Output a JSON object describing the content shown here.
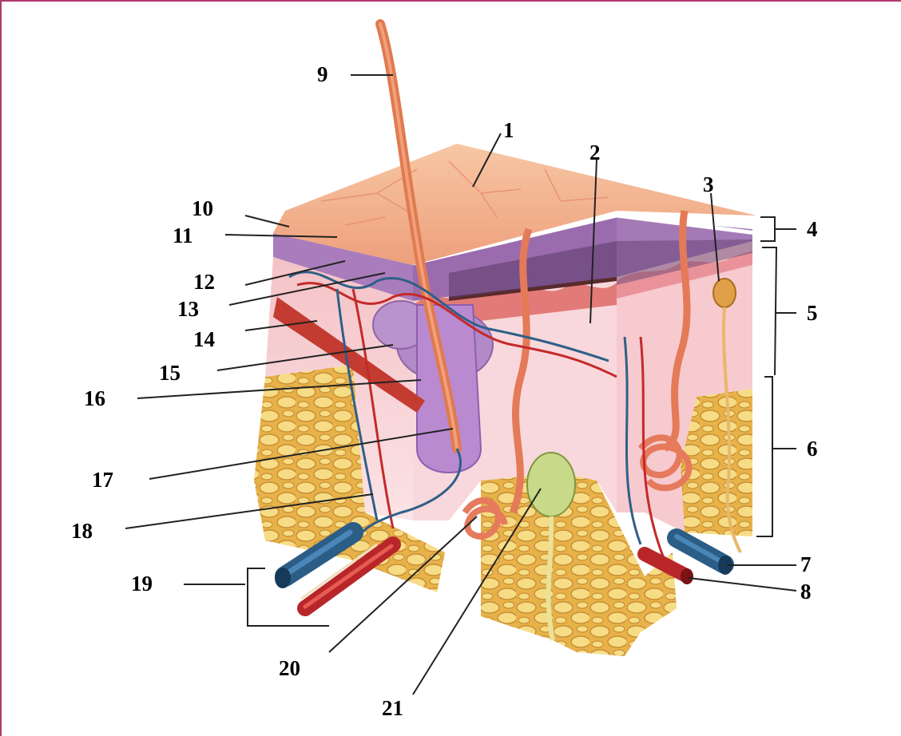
{
  "figure": {
    "labels": {
      "l1": "1",
      "l2": "2",
      "l3": "3",
      "l4": "4",
      "l5": "5",
      "l6": "6",
      "l7": "7",
      "l8": "8",
      "l9": "9",
      "l10": "10",
      "l11": "11",
      "l12": "12",
      "l13": "13",
      "l14": "14",
      "l15": "15",
      "l16": "16",
      "l17": "17",
      "l18": "18",
      "l19": "19",
      "l20": "20",
      "l21": "21"
    }
  },
  "colors": {
    "frame_border": "#b03a6e",
    "epidermis_surface": "#f3b08e",
    "epidermis_purple": "#a275b4",
    "dermis": "#f6cdd0",
    "fat": "#f0c45a",
    "hair": "#e07a50",
    "vein": "#2f5f88",
    "artery": "#c42a2a"
  }
}
